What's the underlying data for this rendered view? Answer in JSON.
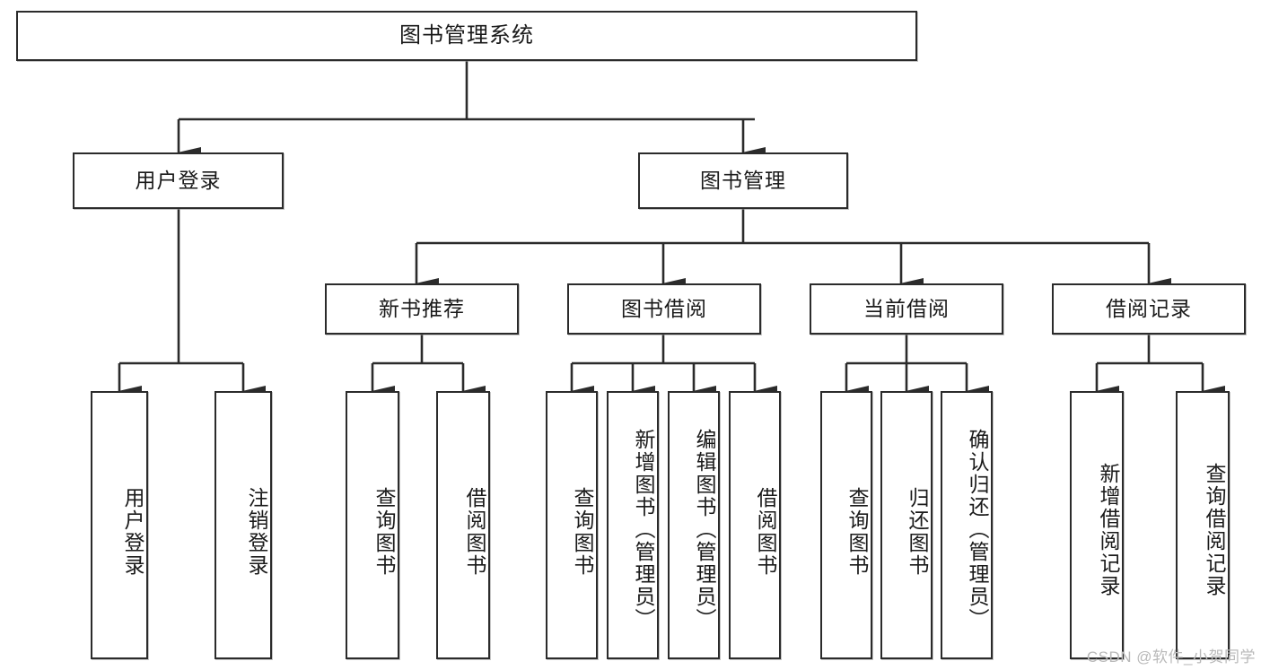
{
  "diagram": {
    "type": "tree-hierarchy-chart",
    "title": "图书管理系统",
    "watermark": "CSDN @软件_小贺同学",
    "colors": {
      "stroke": "#2b2b2b",
      "fill": "#ffffff",
      "text": "#1a1a1a",
      "watermark": "#b9b9b9"
    },
    "nodes": {
      "root": {
        "label": "图书管理系统"
      },
      "level2": [
        {
          "id": "user-login",
          "label": "用户登录"
        },
        {
          "id": "book-manage",
          "label": "图书管理"
        }
      ],
      "level3": [
        {
          "id": "new-book-recommend",
          "label": "新书推荐"
        },
        {
          "id": "book-borrow",
          "label": "图书借阅"
        },
        {
          "id": "current-borrow",
          "label": "当前借阅"
        },
        {
          "id": "borrow-record",
          "label": "借阅记录"
        }
      ],
      "leaves": {
        "user_login": [
          {
            "id": "leaf-user-login",
            "label": "用户登录"
          },
          {
            "id": "leaf-logout-login",
            "label": "注销登录"
          }
        ],
        "new_book_recommend": [
          {
            "id": "leaf-query-book-1",
            "label": "查询图书"
          },
          {
            "id": "leaf-borrow-book-1",
            "label": "借阅图书"
          }
        ],
        "book_borrow": [
          {
            "id": "leaf-query-book-2",
            "label": "查询图书"
          },
          {
            "id": "leaf-add-book",
            "label": "新增图书（管理员）"
          },
          {
            "id": "leaf-edit-book",
            "label": "编辑图书（管理员）"
          },
          {
            "id": "leaf-borrow-book-2",
            "label": "借阅图书"
          }
        ],
        "current_borrow": [
          {
            "id": "leaf-query-book-3",
            "label": "查询图书"
          },
          {
            "id": "leaf-return-book",
            "label": "归还图书"
          },
          {
            "id": "leaf-confirm-return",
            "label": "确认归还（管理员）"
          }
        ],
        "borrow_record": [
          {
            "id": "leaf-add-record",
            "label": "新增借阅记录"
          },
          {
            "id": "leaf-query-record",
            "label": "查询借阅记录"
          }
        ]
      }
    }
  }
}
